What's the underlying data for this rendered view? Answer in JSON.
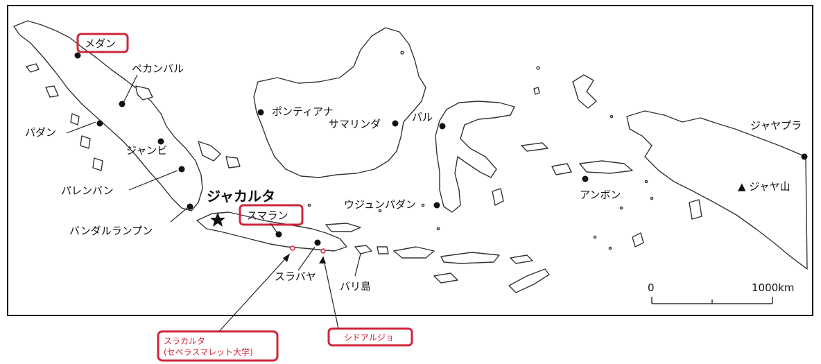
{
  "colors": {
    "highlight": "#d0253a",
    "land_stroke": "#333333",
    "text": "#111111"
  },
  "capital": {
    "label": "ジャカルタ",
    "icon": "star-icon"
  },
  "cities": [
    {
      "id": "medan",
      "label": "メダン",
      "highlighted": true
    },
    {
      "id": "pekanbaru",
      "label": "ペカンバル",
      "highlighted": false
    },
    {
      "id": "padang",
      "label": "パダン",
      "highlighted": false
    },
    {
      "id": "jambi",
      "label": "ジャンビ",
      "highlighted": false
    },
    {
      "id": "palembang",
      "label": "パレンバン",
      "highlighted": false
    },
    {
      "id": "bandar-lampung",
      "label": "バンダルランプン",
      "highlighted": false
    },
    {
      "id": "semarang",
      "label": "スマラン",
      "highlighted": true
    },
    {
      "id": "surabaya",
      "label": "スラバヤ",
      "highlighted": false
    },
    {
      "id": "pontianak",
      "label": "ポンティアナ",
      "highlighted": false
    },
    {
      "id": "samarinda",
      "label": "サマリンダ",
      "highlighted": false
    },
    {
      "id": "palu",
      "label": "パル",
      "highlighted": false
    },
    {
      "id": "ujung-pandang",
      "label": "ウジュンパダン",
      "highlighted": false
    },
    {
      "id": "ambon",
      "label": "アンボン",
      "highlighted": false
    },
    {
      "id": "jayapura",
      "label": "ジャヤプラ",
      "highlighted": false
    }
  ],
  "places": {
    "bali": "バリ島",
    "jaya_peak": "▲ ジャヤ山"
  },
  "callouts": {
    "surakarta_line1": "スラカルタ",
    "surakarta_line2": "(セベラスマレット大学)",
    "sidoarjo": "シドアルジョ"
  },
  "scale": {
    "start": "0",
    "end": "1000km"
  }
}
